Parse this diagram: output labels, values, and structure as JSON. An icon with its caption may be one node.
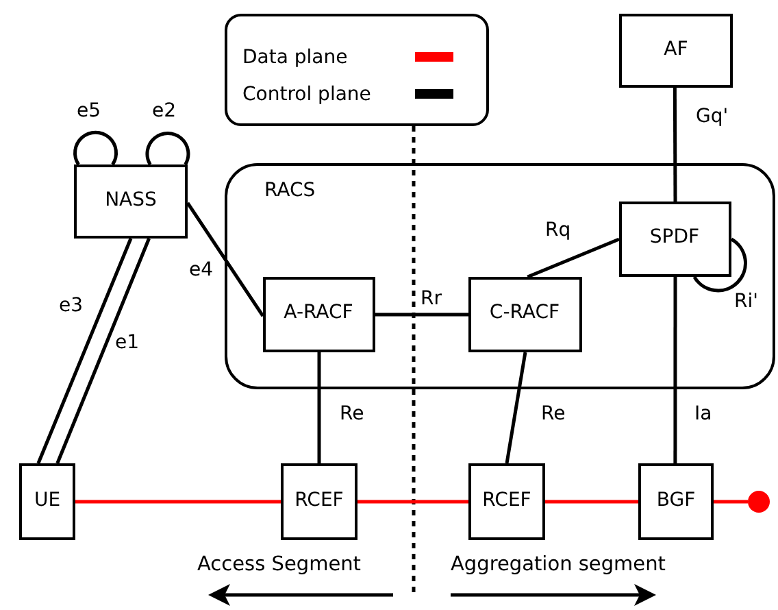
{
  "diagram": {
    "nodes": [
      {
        "text": [
          "NASS"
        ]
      },
      {
        "text": [
          "AF"
        ]
      },
      {
        "text": [
          "RACS"
        ]
      },
      {
        "text": [
          "SPDF"
        ],
        "in": 2
      },
      {
        "text": [
          "A-RACF"
        ],
        "in": 2
      },
      {
        "text": [
          "C-RACF"
        ],
        "in": 2
      },
      {
        "text": [
          "UE"
        ]
      },
      {
        "text": [
          "RCEF"
        ]
      },
      {
        "text": [
          "RCEF"
        ]
      },
      {
        "text": [
          "BGF"
        ]
      },
      {
        "text": [],
        "shape": "circle"
      }
    ],
    "edges": [
      {
        "from": 0,
        "to": 0,
        "arrow": "none",
        "label": "e5"
      },
      {
        "from": 0,
        "to": 0,
        "arrow": "none",
        "label": "e2"
      },
      {
        "from": 0,
        "to": 6,
        "arrow": "none",
        "label": "e3"
      },
      {
        "from": 0,
        "to": 6,
        "arrow": "none",
        "label": "e1"
      },
      {
        "from": 0,
        "to": 4,
        "arrow": "none",
        "label": "e4"
      },
      {
        "from": 4,
        "to": 5,
        "arrow": "none",
        "label": "Rr"
      },
      {
        "from": 5,
        "to": 3,
        "arrow": "none",
        "label": "Rq"
      },
      {
        "from": 3,
        "to": 3,
        "arrow": "none",
        "label": "Ri'"
      },
      {
        "from": 1,
        "to": 3,
        "arrow": "none",
        "label": "Gq'"
      },
      {
        "from": 4,
        "to": 7,
        "arrow": "none",
        "label": "Re"
      },
      {
        "from": 5,
        "to": 8,
        "arrow": "none",
        "label": "Re"
      },
      {
        "from": 3,
        "to": 9,
        "arrow": "none",
        "label": "Ia"
      },
      {
        "from": 6,
        "to": 7,
        "arrow": "none",
        "color": "#ff0000"
      },
      {
        "from": 7,
        "to": 8,
        "arrow": "none",
        "color": "#ff0000"
      },
      {
        "from": 8,
        "to": 9,
        "arrow": "none",
        "color": "#ff0000"
      },
      {
        "from": 9,
        "to": 10,
        "arrow": "none",
        "color": "#ff0000"
      }
    ],
    "labels": [
      "Access Segment",
      "Aggregation segment"
    ],
    "legend": [
      {
        "text": "Data plane",
        "color": "#ff0000"
      },
      {
        "text": "Control plane",
        "color": "#000000"
      }
    ]
  }
}
